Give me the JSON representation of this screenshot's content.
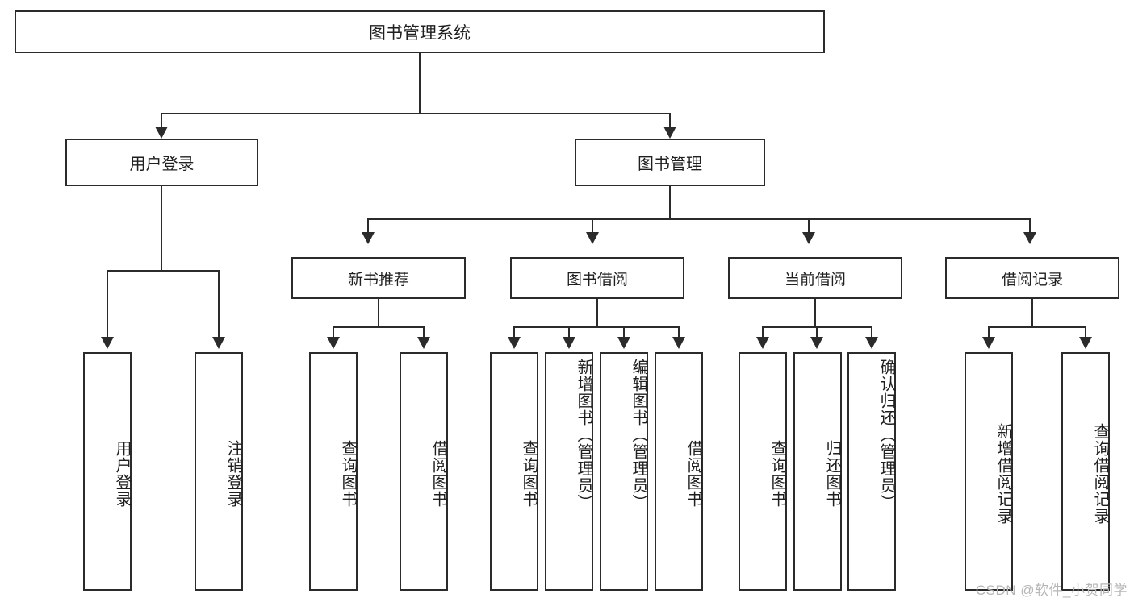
{
  "diagram": {
    "type": "tree",
    "title": "图书管理系统",
    "root": {
      "id": "root",
      "label": "图书管理系统"
    },
    "level1": [
      {
        "id": "user-login",
        "label": "用户登录"
      },
      {
        "id": "book-manage",
        "label": "图书管理"
      }
    ],
    "level2": [
      {
        "id": "new-book-recommend",
        "label": "新书推荐",
        "parent": "book-manage"
      },
      {
        "id": "book-borrow",
        "label": "图书借阅",
        "parent": "book-manage"
      },
      {
        "id": "current-borrow",
        "label": "当前借阅",
        "parent": "book-manage"
      },
      {
        "id": "borrow-record",
        "label": "借阅记录",
        "parent": "book-manage"
      }
    ],
    "leaves": [
      {
        "id": "leaf-user-login",
        "label": "用户登录",
        "parent": "user-login"
      },
      {
        "id": "leaf-user-logout",
        "label": "注销登录",
        "parent": "user-login"
      },
      {
        "id": "leaf-query-book-1",
        "label": "查询图书",
        "parent": "new-book-recommend"
      },
      {
        "id": "leaf-borrow-book-1",
        "label": "借阅图书",
        "parent": "new-book-recommend"
      },
      {
        "id": "leaf-query-book-2",
        "label": "查询图书",
        "parent": "book-borrow"
      },
      {
        "id": "leaf-add-book",
        "label": "新增图书（管理员）",
        "parent": "book-borrow"
      },
      {
        "id": "leaf-edit-book",
        "label": "编辑图书（管理员）",
        "parent": "book-borrow"
      },
      {
        "id": "leaf-borrow-book-2",
        "label": "借阅图书",
        "parent": "book-borrow"
      },
      {
        "id": "leaf-query-book-3",
        "label": "查询图书",
        "parent": "current-borrow"
      },
      {
        "id": "leaf-return-book",
        "label": "归还图书",
        "parent": "current-borrow"
      },
      {
        "id": "leaf-confirm-return",
        "label": "确认归还（管理员）",
        "parent": "current-borrow"
      },
      {
        "id": "leaf-add-record",
        "label": "新增借阅记录",
        "parent": "borrow-record"
      },
      {
        "id": "leaf-query-record",
        "label": "查询借阅记录",
        "parent": "borrow-record"
      }
    ]
  },
  "watermark": {
    "text": "CSDN @软件_小贺同学"
  },
  "colors": {
    "stroke": "#2b2b2b",
    "fill": "#ffffff",
    "text": "#1f1f1f",
    "watermark": "#b6b6b6"
  }
}
